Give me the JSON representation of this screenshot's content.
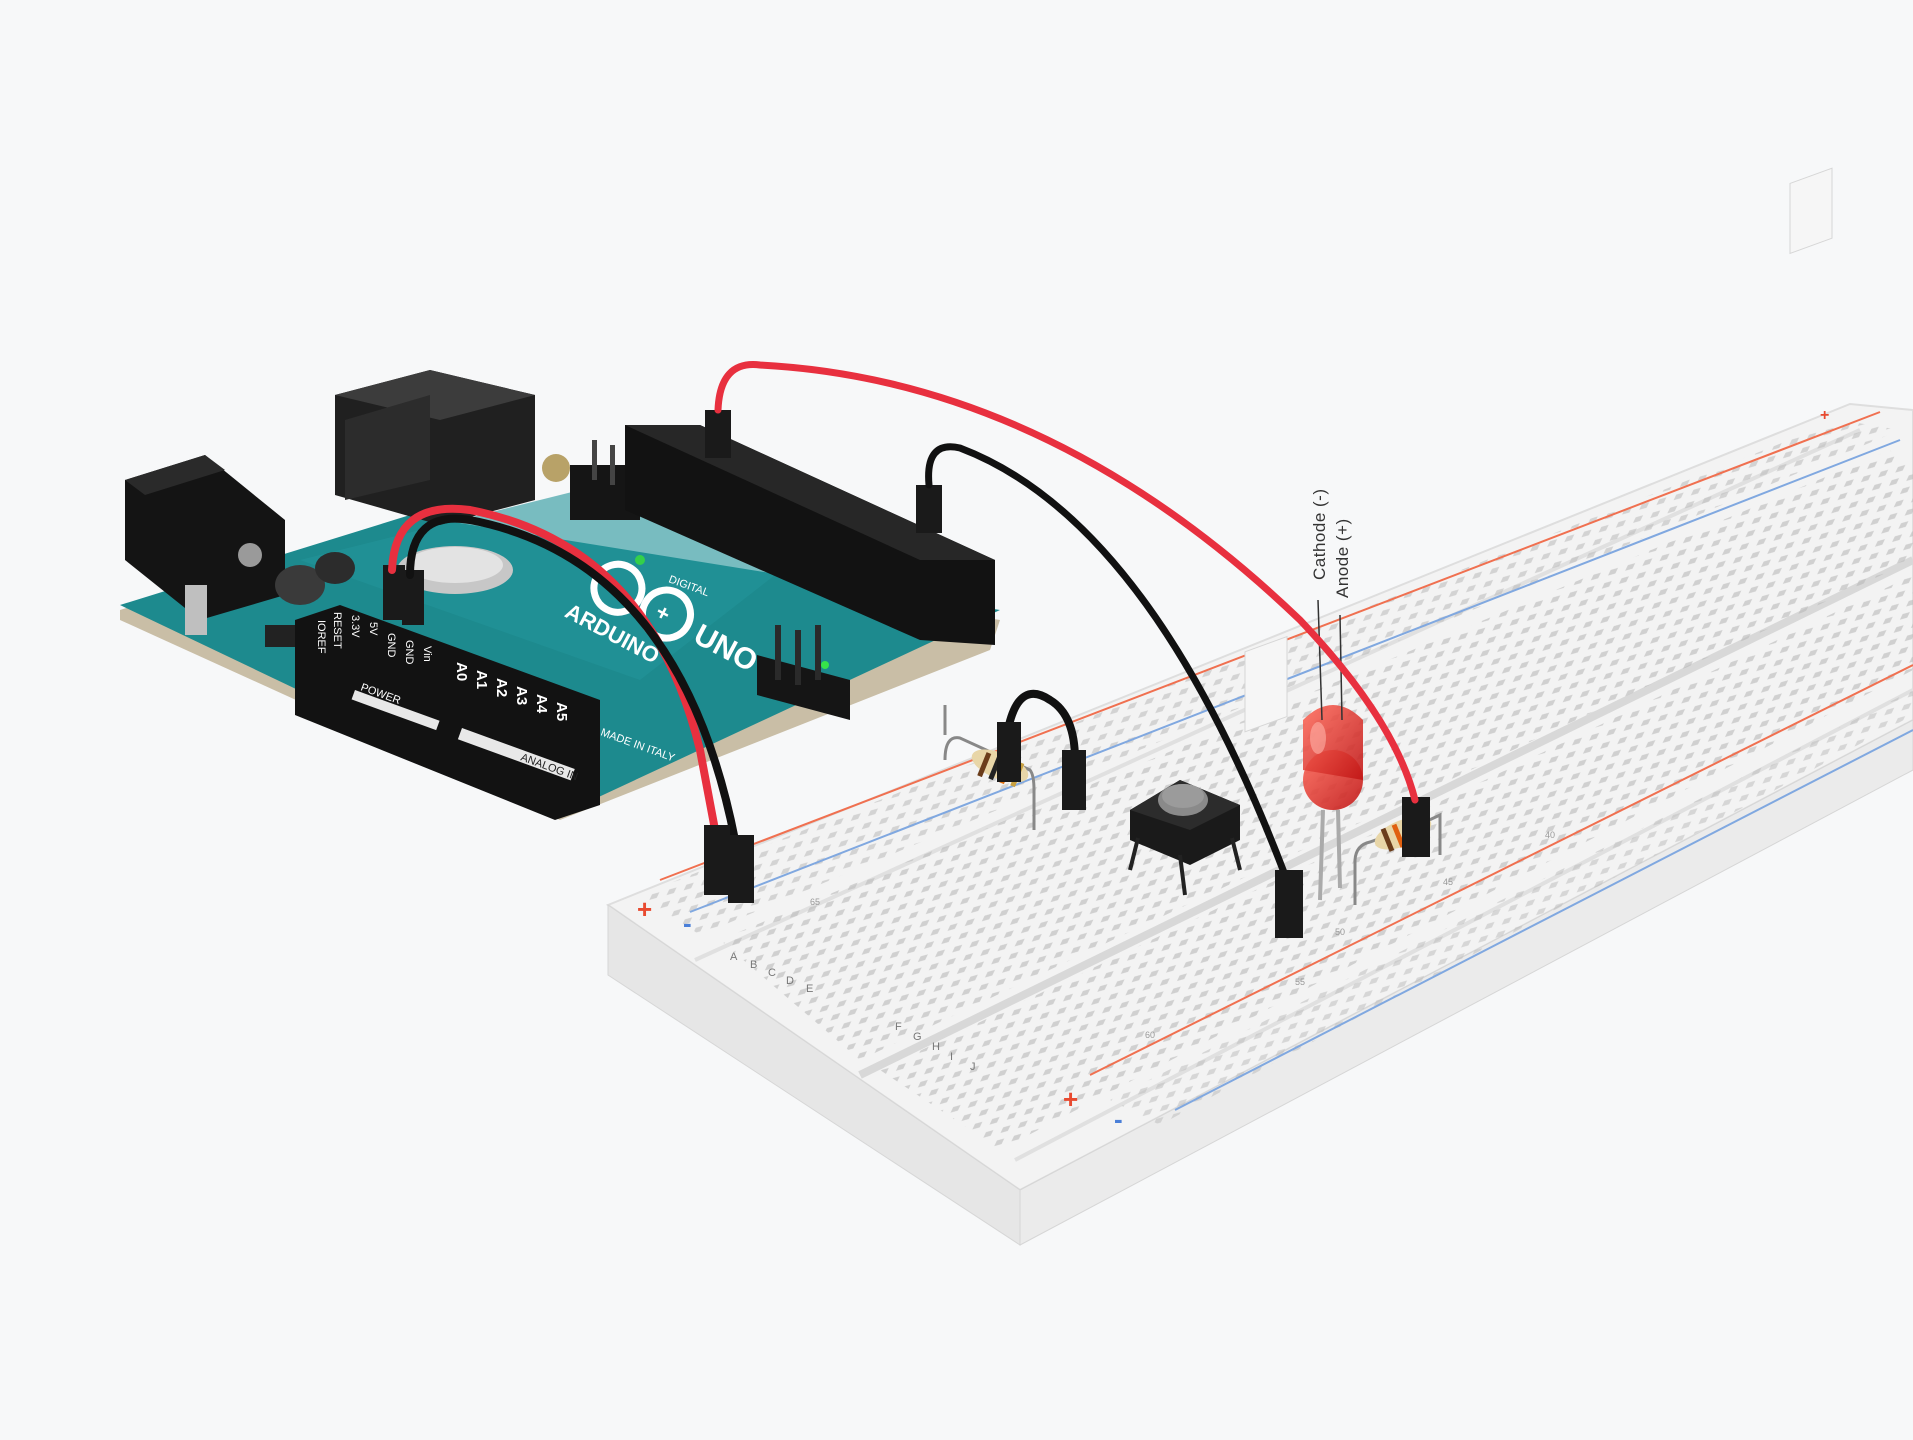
{
  "led_leads": {
    "cathode": "Cathode (-)",
    "anode": "Anode (+)"
  },
  "arduino": {
    "power_pins": [
      "IOREF",
      "RESET",
      "3.3V",
      "5V",
      "GND",
      "GND",
      "Vin"
    ],
    "analog_pins": [
      "A0",
      "A1",
      "A2",
      "A3",
      "A4",
      "A5"
    ],
    "power_section": "POWER",
    "analog_section": "ANALOG IN",
    "digital_section": "DIGITAL",
    "brand": "ARDUINO",
    "model": "UNO",
    "made_in": "MADE IN ITALY"
  },
  "breadboard": {
    "row_letters_left": [
      "A",
      "B",
      "C",
      "D",
      "E"
    ],
    "row_letters_right": [
      "F",
      "G",
      "H",
      "I",
      "J"
    ],
    "column_numbers": [
      "65",
      "60",
      "55",
      "50",
      "45",
      "40"
    ],
    "rail_plus": "+",
    "rail_minus": "-"
  },
  "colors": {
    "wire_red": "#e8303f",
    "wire_black": "#111111",
    "board_teal": "#1d8a8e",
    "led_red": "#e02020",
    "breadboard": "#f0f0f0",
    "rail_red": "#f07050",
    "rail_blue": "#80a8e0"
  }
}
